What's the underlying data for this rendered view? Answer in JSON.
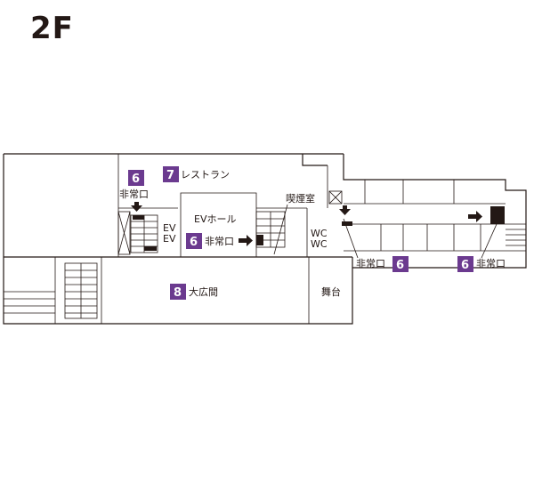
{
  "map": {
    "floor": "2F",
    "accent_color": "#6b3a8f",
    "dark_color": "#231815",
    "labels": {
      "restaurant": "レストラン",
      "ev_hall": "EVホール",
      "smoking_room": "喫煙室",
      "big_hall": "大広間",
      "stage": "舞台",
      "ev1": "EV",
      "ev2": "EV",
      "wc1": "WC",
      "wc2": "WC",
      "emergency_exit": "非常口"
    },
    "badges": {
      "restaurant": "7",
      "big_hall": "8",
      "exit": "6"
    },
    "icons": [
      "arrow-right-icon",
      "arrow-down-icon",
      "stairs-icon",
      "elevator-x-icon"
    ]
  }
}
